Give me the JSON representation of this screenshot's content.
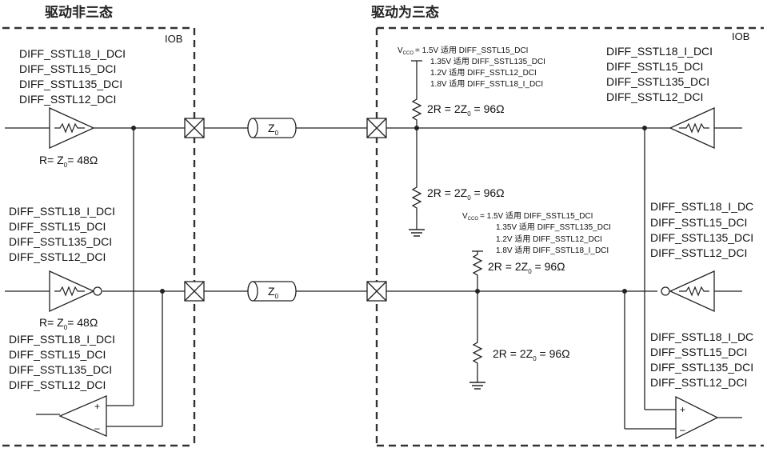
{
  "titles": {
    "left": "驱动非三态",
    "right": "驱动为三态"
  },
  "iob": "IOB",
  "standards": [
    "DIFF_SSTL18_I_DCI",
    "DIFF_SSTL15_DCI",
    "DIFF_SSTL135_DCI",
    "DIFF_SSTL12_DCI"
  ],
  "standards_clipped": [
    "DIFF_SSTL18_I_DC",
    "DIFF_SSTL15_DCI",
    "DIFF_SSTL135_DCI",
    "DIFF_SSTL12_DCI"
  ],
  "driver_r": {
    "prefix": "R= Z",
    "sub": "0",
    "suffix": "= 48Ω"
  },
  "term_r": {
    "prefix": "2R = 2Z",
    "sub": "0",
    "suffix": " = 96Ω"
  },
  "tline": {
    "main": "Z",
    "sub": "0"
  },
  "vcco": {
    "prefix": "V",
    "sub": "CCO",
    "lines": [
      "= 1.5V 适用 DIFF_SSTL15_DCI",
      "1.35V 适用 DIFF_SSTL135_DCI",
      "1.2V 适用 DIFF_SSTL12_DCI",
      "1.8V 适用 DIFF_SSTL18_I_DCI"
    ]
  },
  "opamp": {
    "plus": "+",
    "minus": "–"
  }
}
